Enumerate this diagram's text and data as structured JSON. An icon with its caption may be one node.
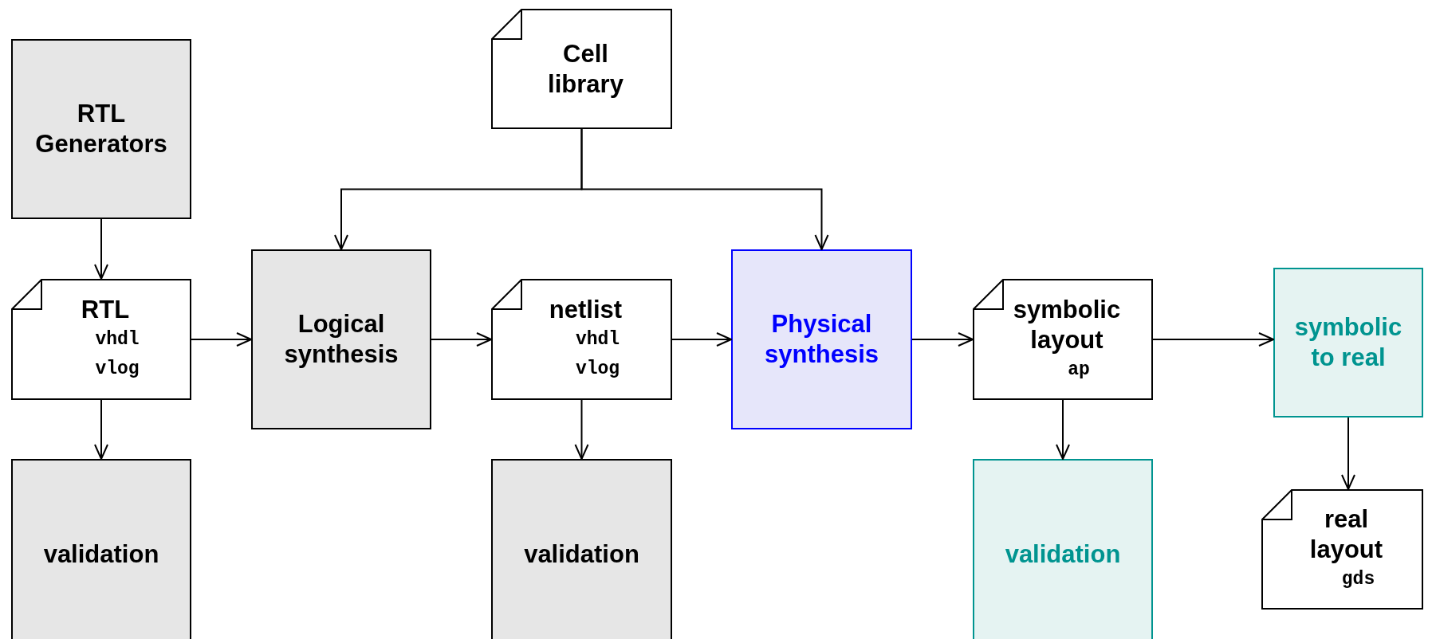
{
  "diagram": {
    "nodes": [
      {
        "text": [
          "RTL Generators"
        ]
      },
      {
        "text": [
          "Cell library"
        ]
      },
      {
        "text": [
          "RTL",
          "vhdl",
          "vlog"
        ]
      },
      {
        "text": [
          "Logical synthesis"
        ]
      },
      {
        "text": [
          "netlist",
          "vhdl",
          "vlog"
        ]
      },
      {
        "text": [
          "Physical synthesis"
        ]
      },
      {
        "text": [
          "symbolic layout",
          "ap"
        ]
      },
      {
        "text": [
          "symbolic to real"
        ]
      },
      {
        "text": [
          "validation"
        ]
      },
      {
        "text": [
          "validation"
        ]
      },
      {
        "text": [
          "validation"
        ]
      },
      {
        "text": [
          "real layout",
          "gds"
        ]
      }
    ],
    "edges": [
      {
        "from": 0,
        "to": 2,
        "arrow": "to"
      },
      {
        "from": 1,
        "to": 3,
        "arrow": "to"
      },
      {
        "from": 1,
        "to": 5,
        "arrow": "to"
      },
      {
        "from": 2,
        "to": 3,
        "arrow": "to"
      },
      {
        "from": 3,
        "to": 4,
        "arrow": "to"
      },
      {
        "from": 4,
        "to": 5,
        "arrow": "to"
      },
      {
        "from": 5,
        "to": 6,
        "arrow": "to"
      },
      {
        "from": 6,
        "to": 7,
        "arrow": "to"
      },
      {
        "from": 2,
        "to": 8,
        "arrow": "to"
      },
      {
        "from": 4,
        "to": 9,
        "arrow": "to"
      },
      {
        "from": 6,
        "to": 10,
        "arrow": "to"
      },
      {
        "from": 7,
        "to": 11,
        "arrow": "to"
      }
    ]
  }
}
